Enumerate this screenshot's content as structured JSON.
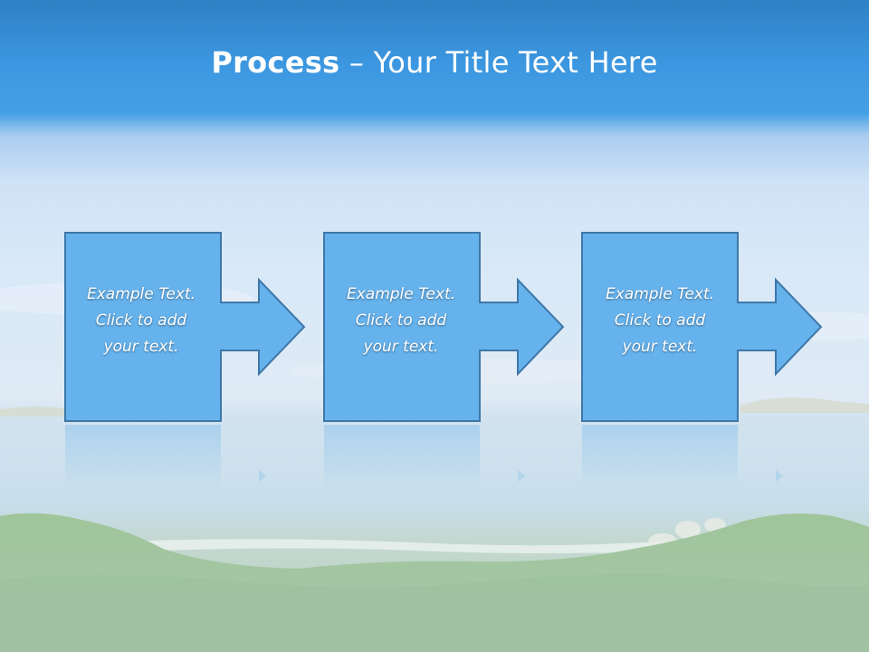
{
  "slide": {
    "title_bold": "Process",
    "title_rest": "– Your Title Text Here"
  },
  "steps": [
    {
      "line1": "Example Text.",
      "line2": "Click  to add",
      "line3": "your text."
    },
    {
      "line1": "Example Text.",
      "line2": "Click  to add",
      "line3": "your text."
    },
    {
      "line1": "Example Text.",
      "line2": "Click  to add",
      "line3": "your text."
    }
  ],
  "colors": {
    "box_fill": "#66b2ec",
    "box_stroke": "#3e77a8",
    "title_text": "#ffffff"
  }
}
